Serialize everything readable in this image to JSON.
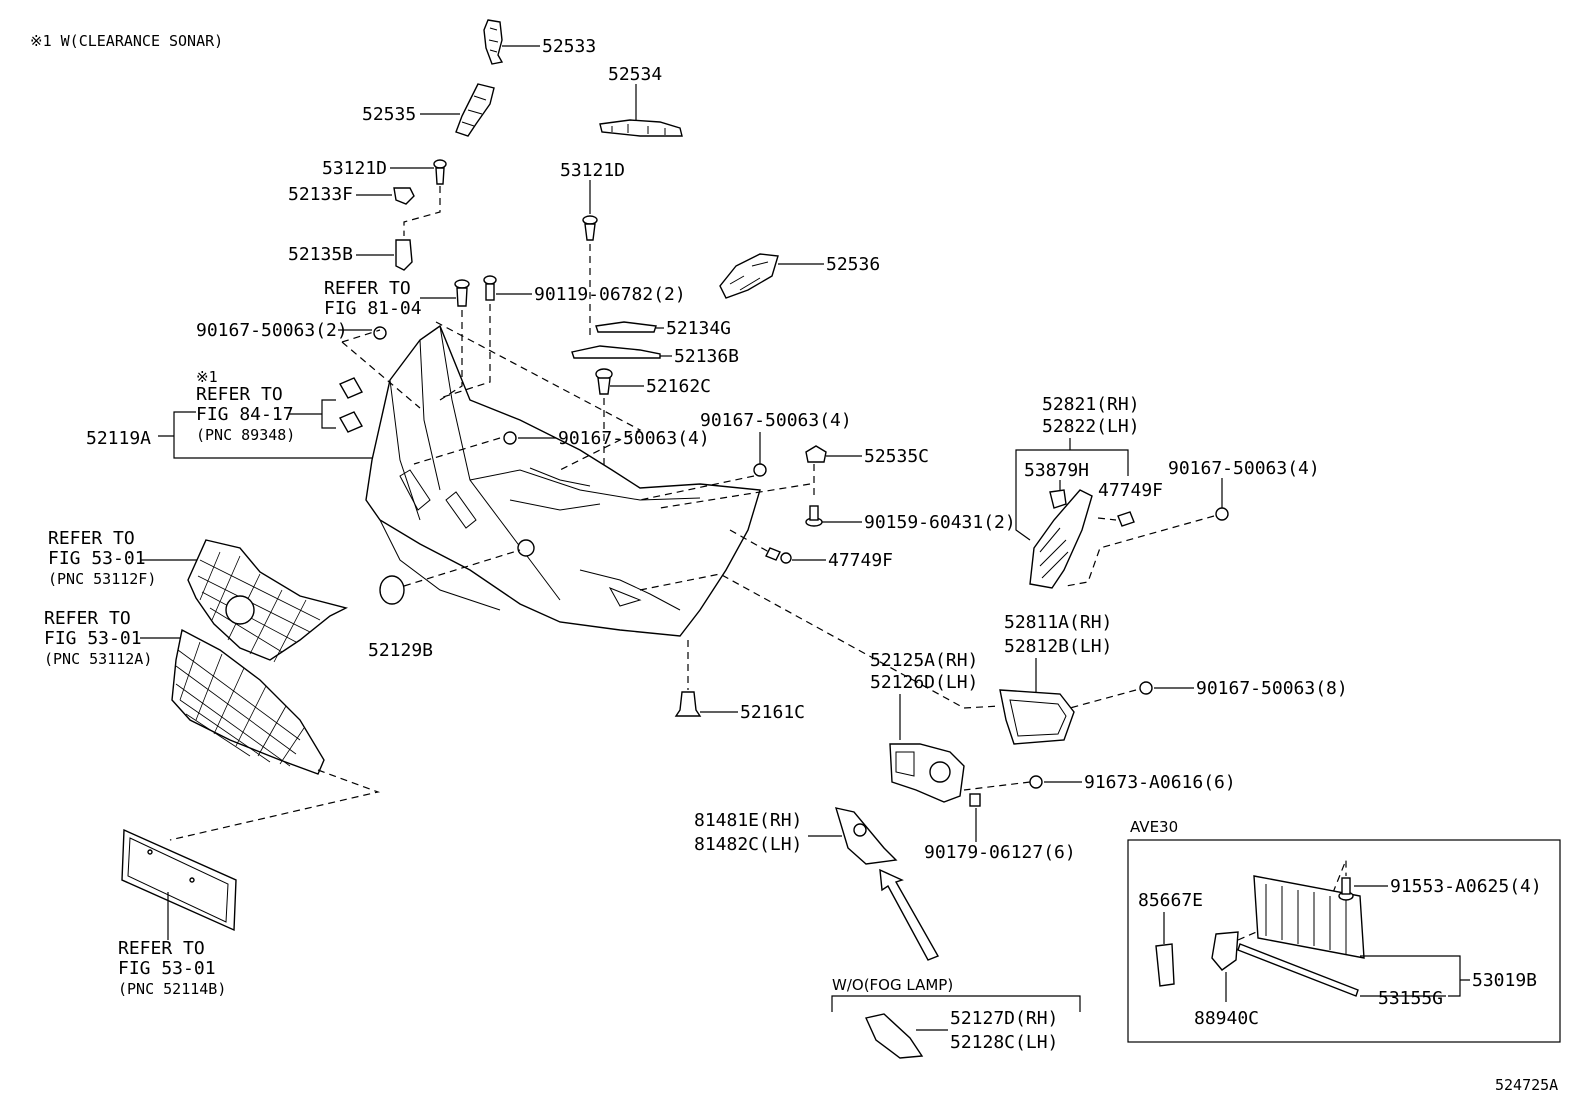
{
  "notes": {
    "clearance_sonar": "※1 W(CLEARANCE SONAR)",
    "ave30": "AVE30",
    "wo_fog_lamp": "W/O(FOG LAMP)",
    "illustration_no": "524725A"
  },
  "parts": {
    "p52533": "52533",
    "p52534": "52534",
    "p52535": "52535",
    "p53121D_a": "53121D",
    "p52133F": "52133F",
    "p52135B": "52135B",
    "p53121D_b": "53121D",
    "p52536": "52536",
    "refer_81_04_l1": "REFER TO",
    "refer_81_04_l2": "FIG 81-04",
    "p90119": "90119-06782(2)",
    "p90167_a": "90167-50063(2)",
    "p52134G": "52134G",
    "p52136B": "52136B",
    "p52162C": "52162C",
    "note1_mark": "※1",
    "refer_84_17_l1": "REFER TO",
    "refer_84_17_l2": "FIG 84-17",
    "refer_84_17_l3": "(PNC 89348)",
    "p52119A": "52119A",
    "p90167_b": "90167-50063(4)",
    "p90167_c": "90167-50063(4)",
    "p52535C": "52535C",
    "p90159": "90159-60431(2)",
    "p47749F_a": "47749F",
    "p52821": "52821(RH)",
    "p52822": "52822(LH)",
    "p53879H": "53879H",
    "p47749F_b": "47749F",
    "p90167_d": "90167-50063(4)",
    "refer_53_01_a_l1": "REFER TO",
    "refer_53_01_a_l2": "FIG 53-01",
    "refer_53_01_a_l3": "(PNC 53112F)",
    "refer_53_01_b_l1": "REFER TO",
    "refer_53_01_b_l2": "FIG 53-01",
    "refer_53_01_b_l3": "(PNC 53112A)",
    "p52129B": "52129B",
    "p52811A": "52811A(RH)",
    "p52812B": "52812B(LH)",
    "p52125A": "52125A(RH)",
    "p52126D": "52126D(LH)",
    "p90167_e": "90167-50063(8)",
    "p52161C": "52161C",
    "p91673": "91673-A0616(6)",
    "p81481E": "81481E(RH)",
    "p81482C": "81482C(LH)",
    "p90179": "90179-06127(6)",
    "refer_53_01_c_l1": "REFER TO",
    "refer_53_01_c_l2": "FIG 53-01",
    "refer_53_01_c_l3": "(PNC 52114B)",
    "p52127D": "52127D(RH)",
    "p52128C": "52128C(LH)",
    "p85667E": "85667E",
    "p91553": "91553-A0625(4)",
    "p53019B": "53019B",
    "p53155G": "53155G",
    "p88940C": "88940C"
  }
}
